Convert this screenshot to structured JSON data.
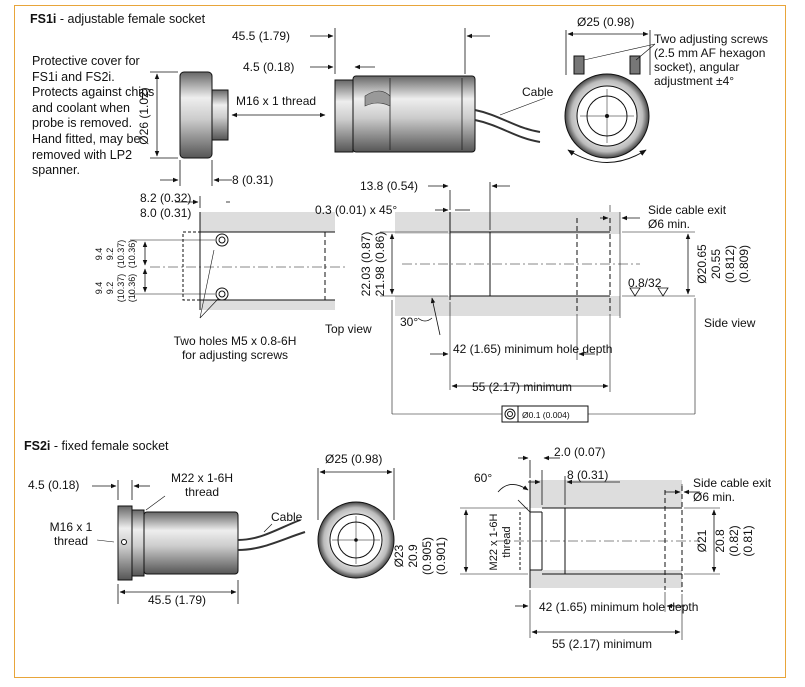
{
  "fs1i": {
    "title_bold": "FS1i",
    "title_rest": " - adjustable female socket",
    "cover_note": "Protective cover for FS1i and FS2i. Protects against chips and coolant when probe is removed. Hand fitted, may be removed with LP2 spanner.",
    "dim_length": "45.5 (1.79)",
    "dim_cover_step": "4.5 (0.18)",
    "thread": "M16 x 1 thread",
    "cover_dia": "Ø26 (1.02)",
    "cover_width": "8 (0.31)",
    "cable": "Cable",
    "end_dia": "Ø25 (0.98)",
    "adjust_note": "Two adjusting screws (2.5 mm AF hexagon socket), angular adjustment ±4°",
    "top_dim_a": "8.2 (0.32)",
    "top_dim_b": "8.0 (0.31)",
    "top_v1": "9.4",
    "top_v2": "9.2",
    "top_v3": "(10.37)",
    "top_v4": "(10.36)",
    "top_v5": "9.4",
    "top_v6": "9.2",
    "top_v7": "(10.37)",
    "top_v8": "(10.36)",
    "holes_note": "Two holes M5 x 0.8-6H for adjusting screws",
    "top_view": "Top view",
    "side_dim_a": "13.8 (0.54)",
    "side_chamfer": "0.3 (0.01) x 45°",
    "side_cable": "Side cable exit Ø6 min.",
    "side_v1": "22.03 (0.87)",
    "side_v2": "21.98 (0.86)",
    "side_d1": "Ø20.65",
    "side_d2": "20.55",
    "side_d3": "(0.812)",
    "side_d4": "(0.809)",
    "roughness": "0.8/32",
    "angle": "30°",
    "hole_depth": "42 (1.65) minimum hole depth",
    "min_length": "55 (2.17) minimum",
    "concentricity": "Ø0.1 (0.004)",
    "side_view": "Side view"
  },
  "fs2i": {
    "title_bold": "FS2i",
    "title_rest": " - fixed female socket",
    "dim_step": "4.5 (0.18)",
    "thread_m22": "M22 x 1-6H thread",
    "thread_m16": "M16 x 1 thread",
    "cable": "Cable",
    "length": "45.5 (1.79)",
    "end_dia": "Ø25 (0.98)",
    "d1": "Ø23",
    "d2": "20.9",
    "d3": "(0.905)",
    "d4": "(0.901)",
    "angle": "60°",
    "dim_a": "2.0 (0.07)",
    "dim_b": "8 (0.31)",
    "m22_vert": "M22 x 1-6H thread",
    "side_cable": "Side cable exit Ø6 min.",
    "b1": "Ø21",
    "b2": "20.8",
    "b3": "(0.82)",
    "b4": "(0.81)",
    "hole_depth": "42 (1.65) minimum hole depth",
    "min_length": "55 (2.17) minimum"
  }
}
